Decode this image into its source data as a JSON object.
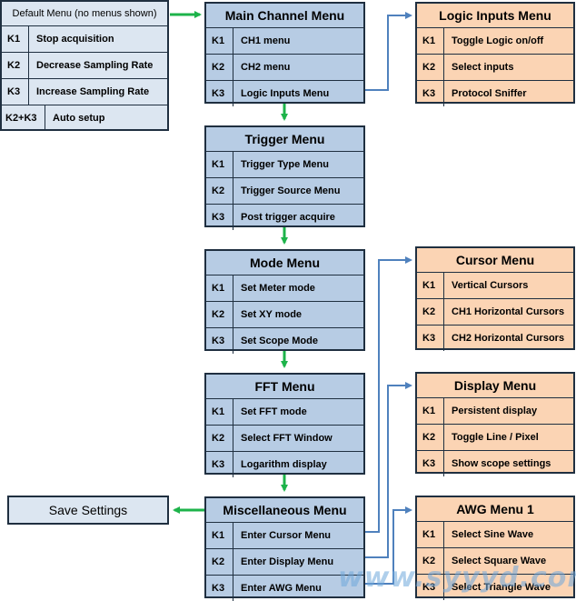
{
  "default_menu": {
    "title": "Default Menu (no menus shown)",
    "items": [
      {
        "key": "K1",
        "label": "Stop acquisition"
      },
      {
        "key": "K2",
        "label": "Decrease Sampling Rate"
      },
      {
        "key": "K3",
        "label": "Increase Sampling Rate"
      },
      {
        "key": "K2+K3",
        "label": "Auto setup"
      }
    ]
  },
  "main_channel_menu": {
    "title": "Main Channel Menu",
    "items": [
      {
        "key": "K1",
        "label": "CH1 menu"
      },
      {
        "key": "K2",
        "label": "CH2 menu"
      },
      {
        "key": "K3",
        "label": "Logic Inputs Menu"
      }
    ]
  },
  "logic_inputs_menu": {
    "title": "Logic Inputs Menu",
    "items": [
      {
        "key": "K1",
        "label": "Toggle Logic on/off"
      },
      {
        "key": "K2",
        "label": "Select inputs"
      },
      {
        "key": "K3",
        "label": "Protocol Sniffer"
      }
    ]
  },
  "trigger_menu": {
    "title": "Trigger Menu",
    "items": [
      {
        "key": "K1",
        "label": "Trigger Type Menu"
      },
      {
        "key": "K2",
        "label": "Trigger Source Menu"
      },
      {
        "key": "K3",
        "label": "Post trigger acquire"
      }
    ]
  },
  "mode_menu": {
    "title": "Mode Menu",
    "items": [
      {
        "key": "K1",
        "label": "Set Meter mode"
      },
      {
        "key": "K2",
        "label": "Set XY mode"
      },
      {
        "key": "K3",
        "label": "Set Scope Mode"
      }
    ]
  },
  "cursor_menu": {
    "title": "Cursor Menu",
    "items": [
      {
        "key": "K1",
        "label": "Vertical Cursors"
      },
      {
        "key": "K2",
        "label": "CH1 Horizontal  Cursors"
      },
      {
        "key": "K3",
        "label": "CH2 Horizontal  Cursors"
      }
    ]
  },
  "fft_menu": {
    "title": "FFT Menu",
    "items": [
      {
        "key": "K1",
        "label": "Set FFT mode"
      },
      {
        "key": "K2",
        "label": "Select FFT Window"
      },
      {
        "key": "K3",
        "label": "Logarithm display"
      }
    ]
  },
  "display_menu": {
    "title": "Display Menu",
    "items": [
      {
        "key": "K1",
        "label": "Persistent display"
      },
      {
        "key": "K2",
        "label": "Toggle Line / Pixel"
      },
      {
        "key": "K3",
        "label": "Show scope settings"
      }
    ]
  },
  "misc_menu": {
    "title": "Miscellaneous  Menu",
    "items": [
      {
        "key": "K1",
        "label": "Enter Cursor Menu"
      },
      {
        "key": "K2",
        "label": "Enter Display  Menu"
      },
      {
        "key": "K3",
        "label": "Enter AWG Menu"
      }
    ]
  },
  "awg_menu": {
    "title": "AWG Menu 1",
    "items": [
      {
        "key": "K1",
        "label": "Select Sine Wave"
      },
      {
        "key": "K2",
        "label": "Select Square Wave"
      },
      {
        "key": "K3",
        "label": "Select Triangle Wave"
      }
    ]
  },
  "save_settings": {
    "label": "Save Settings"
  },
  "watermark": {
    "text": "www.syyyd.com"
  },
  "colors": {
    "blue_box": "#b7cce4",
    "orange_box": "#fbd4b4",
    "green_arrow": "#1db34a",
    "blue_arrow": "#4f81bd",
    "border": "#1f2f40"
  }
}
